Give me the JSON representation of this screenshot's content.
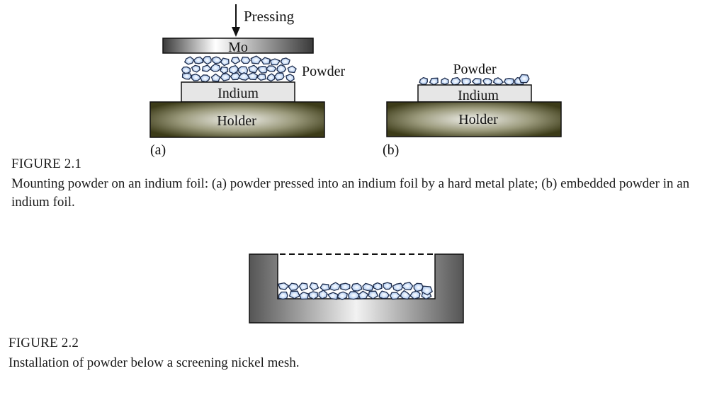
{
  "figure_2_1": {
    "panel_a": {
      "arrow_label": "Pressing",
      "plate_label": "Mo",
      "powder_label": "Powder",
      "foil_label": "Indium",
      "holder_label": "Holder",
      "panel_tag": "(a)"
    },
    "panel_b": {
      "powder_label": "Powder",
      "foil_label": "Indium",
      "holder_label": "Holder",
      "panel_tag": "(b)"
    },
    "title": "FIGURE 2.1",
    "caption": "Mounting powder on an indium foil: (a) powder pressed into an indium foil by a hard metal plate; (b) embedded powder in an indium foil."
  },
  "figure_2_2": {
    "title": "FIGURE 2.2",
    "caption": "Installation of powder below a screening nickel mesh."
  },
  "colors": {
    "powder_fill": "#bcd3f5",
    "powder_stroke": "#1d2b4a",
    "indium_fill": "#e6e6e6",
    "holder_dark": "#3c3b18",
    "holder_light": "#f2f2ee",
    "mo_dark": "#3a3a3a",
    "mo_light": "#ffffff",
    "cup_dark": "#555555",
    "cup_light": "#f5f5f5"
  }
}
